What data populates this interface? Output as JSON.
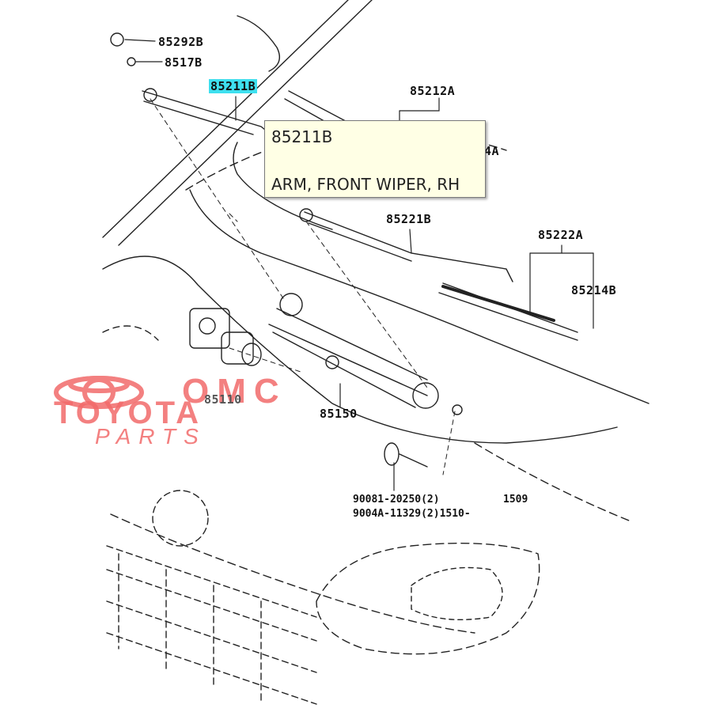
{
  "parts": {
    "p85292b": "85292B",
    "p8517b": "8517B",
    "p85211b": "85211B",
    "p85212a": "85212A",
    "p85214a_partial": "4A",
    "p85221b": "85221B",
    "p85222a": "85222A",
    "p85214b": "85214B",
    "p85110": "85110",
    "p85150": "85150",
    "bolt1": "90081-20250(2)",
    "bolt1_note": "1509",
    "bolt2": "9004A-11329(2)1510-"
  },
  "tooltip": {
    "code": "85211B",
    "description": "ARM, FRONT WIPER, RH"
  },
  "watermark": {
    "line1": "OMC",
    "line2": "TOYOTA",
    "line3": "PARTS"
  },
  "colors": {
    "highlight": "#3ee0ef",
    "tooltip_bg": "#ffffe5",
    "watermark": "#f26a6a"
  }
}
